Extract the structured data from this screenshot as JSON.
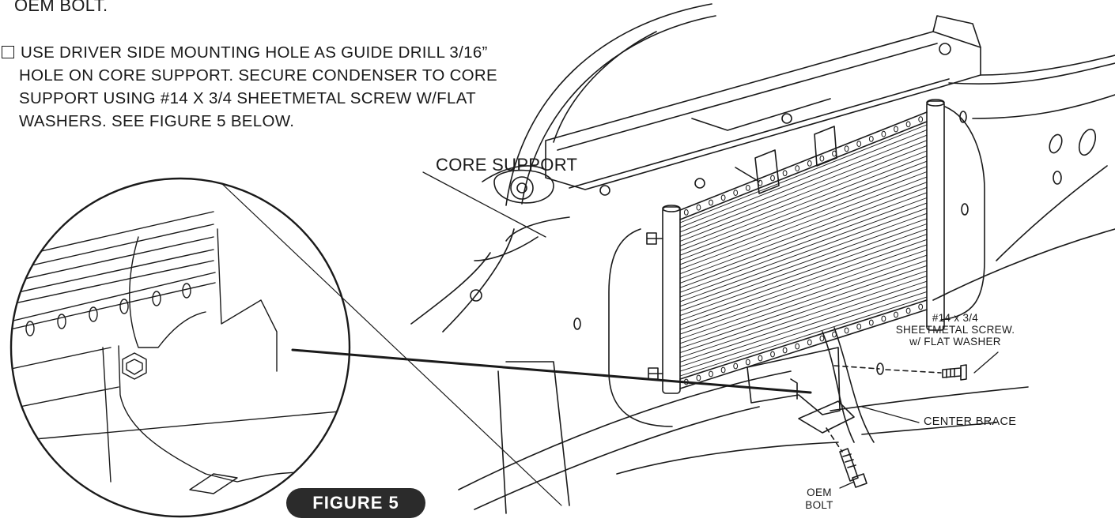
{
  "labels": {
    "top_fragment": "OEM BOLT.",
    "instruction_line_1": "USE DRIVER SIDE MOUNTING HOLE AS GUIDE DRILL 3/16”",
    "instruction_line_2": "HOLE ON CORE SUPPORT. SECURE CONDENSER TO CORE",
    "instruction_line_3": "SUPPORT USING #14 X 3/4 SHEETMETAL SCREW W/FLAT",
    "instruction_line_4": "WASHERS. SEE FIGURE 5 BELOW.",
    "core_support": "CORE SUPPORT",
    "screw_line_1": "#14 x 3/4",
    "screw_line_2": "SHEETMETAL SCREW.",
    "screw_line_3": "w/ FLAT WASHER",
    "center_brace": "CENTER BRACE",
    "oem_bolt_line_1": "OEM",
    "oem_bolt_line_2": "BOLT",
    "figure_badge": "FIGURE 5"
  },
  "colors": {
    "ink": "#1a1a1a",
    "badge_bg": "#2b2b2b",
    "badge_text": "#ffffff",
    "paper": "#ffffff"
  },
  "icons": {
    "checkbox": "empty-checkbox-square"
  }
}
